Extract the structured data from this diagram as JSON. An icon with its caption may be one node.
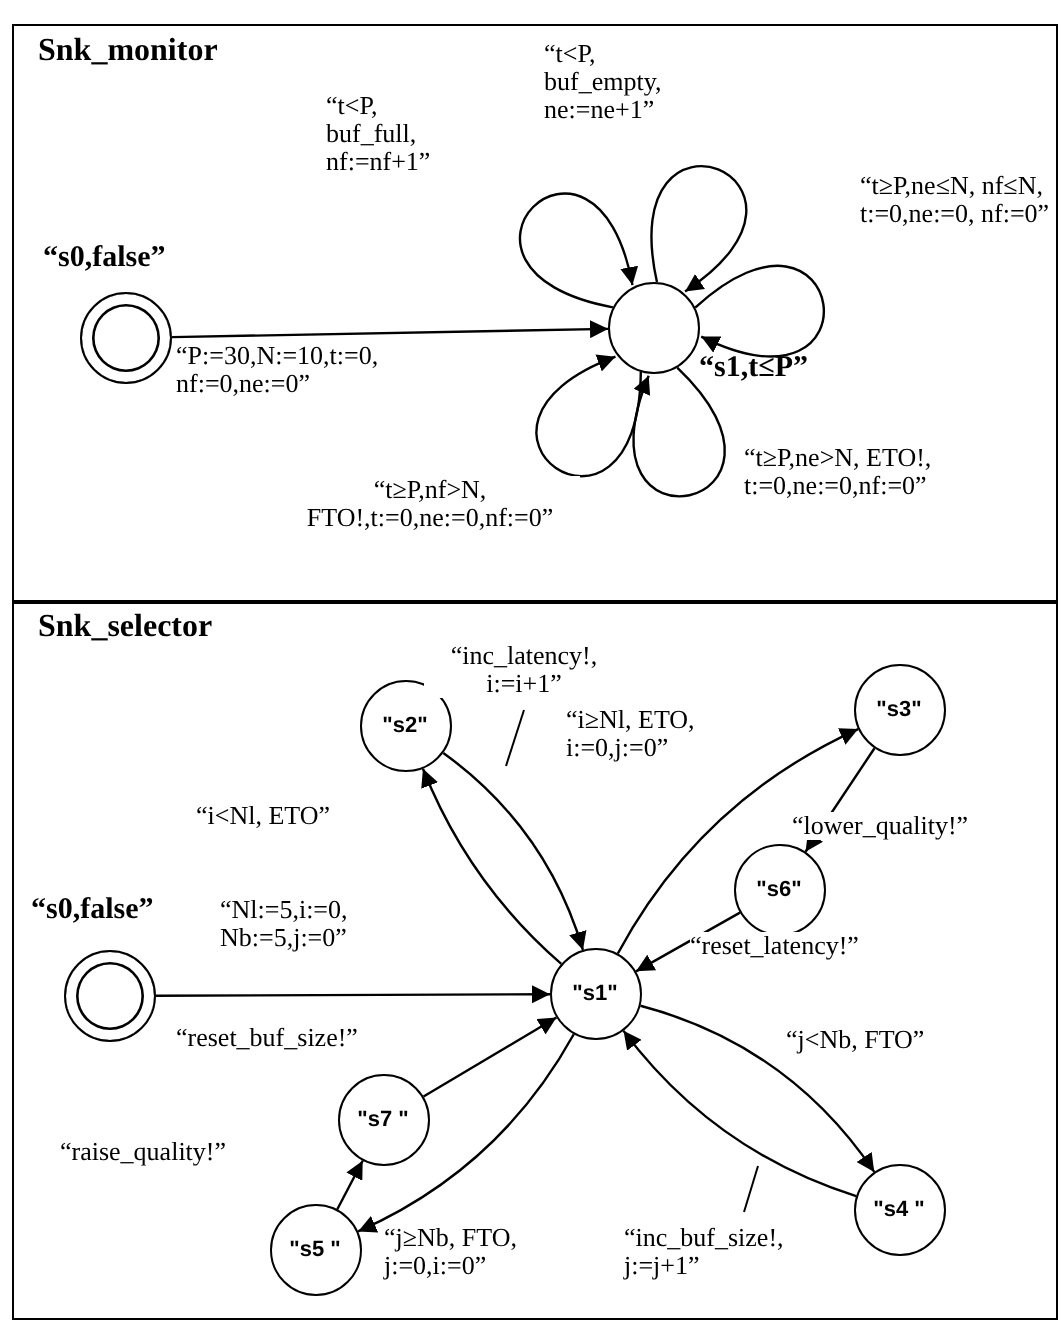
{
  "diagram": {
    "nodes": [
      {
        "text": [
          "Snk_monitor"
        ]
      },
      {
        "text": [
          "“s0,false”"
        ],
        "in": 0
      },
      {
        "text": [
          "“s1,t≤P”"
        ],
        "in": 0
      },
      {
        "text": [
          "Snk_selector"
        ]
      },
      {
        "text": [
          "“s0,false”"
        ],
        "in": 3
      },
      {
        "text": [
          "\"s1\""
        ],
        "in": 3
      },
      {
        "text": [
          "\"s2\""
        ],
        "in": 3
      },
      {
        "text": [
          "\"s3\""
        ],
        "in": 3
      },
      {
        "text": [
          "\"s6\""
        ],
        "in": 3
      },
      {
        "text": [
          "\"s4 \""
        ],
        "in": 3
      },
      {
        "text": [
          "\"s7 \""
        ],
        "in": 3
      },
      {
        "text": [
          "\"s5 \""
        ],
        "in": 3
      }
    ],
    "edges": [
      {
        "from": 1,
        "to": 2,
        "arrow": "to",
        "label": "“P:=30,N:=10,t:=0, nf:=0,ne:=0”"
      },
      {
        "from": 2,
        "to": 2,
        "arrow": "to",
        "label": "“t<P, buf_full, nf:=nf+1”"
      },
      {
        "from": 2,
        "to": 2,
        "arrow": "to",
        "label": "“t<P, buf_empty, ne:=ne+1”"
      },
      {
        "from": 2,
        "to": 2,
        "arrow": "to",
        "label": "“t≥P,ne≤N, nf≤N, t:=0,ne:=0, nf:=0”"
      },
      {
        "from": 2,
        "to": 2,
        "arrow": "to",
        "label": "“t≥P,ne>N, ETO!, t:=0,ne:=0,nf:=0”"
      },
      {
        "from": 2,
        "to": 2,
        "arrow": "to",
        "label": "“t≥P,nf>N, FTO!,t:=0,ne:=0,nf:=0”"
      },
      {
        "from": 4,
        "to": 5,
        "arrow": "to",
        "label": "“Nl:=5,i:=0, Nb:=5,j:=0”"
      },
      {
        "from": 5,
        "to": 6,
        "arrow": "to",
        "label": "“i<Nl, ETO”"
      },
      {
        "from": 6,
        "to": 5,
        "arrow": "to",
        "label": "“inc_latency!, i:=i+1”"
      },
      {
        "from": 5,
        "to": 7,
        "arrow": "to",
        "label": "“i≥Nl, ETO, i:=0,j:=0”"
      },
      {
        "from": 7,
        "to": 8,
        "arrow": "to",
        "label": "“lower_quality!”"
      },
      {
        "from": 8,
        "to": 5,
        "arrow": "to",
        "label": "“reset_latency!”"
      },
      {
        "from": 5,
        "to": 9,
        "arrow": "to",
        "label": "“j<Nb, FTO”"
      },
      {
        "from": 9,
        "to": 5,
        "arrow": "to",
        "label": "“inc_buf_size!, j:=j+1”"
      },
      {
        "from": 5,
        "to": 11,
        "arrow": "to",
        "label": "“j≥Nb, FTO, j:=0,i:=0”"
      },
      {
        "from": 11,
        "to": 10,
        "arrow": "to",
        "label": "“raise_quality!”"
      },
      {
        "from": 10,
        "to": 5,
        "arrow": "to",
        "label": "“reset_buf_size!”"
      }
    ]
  }
}
